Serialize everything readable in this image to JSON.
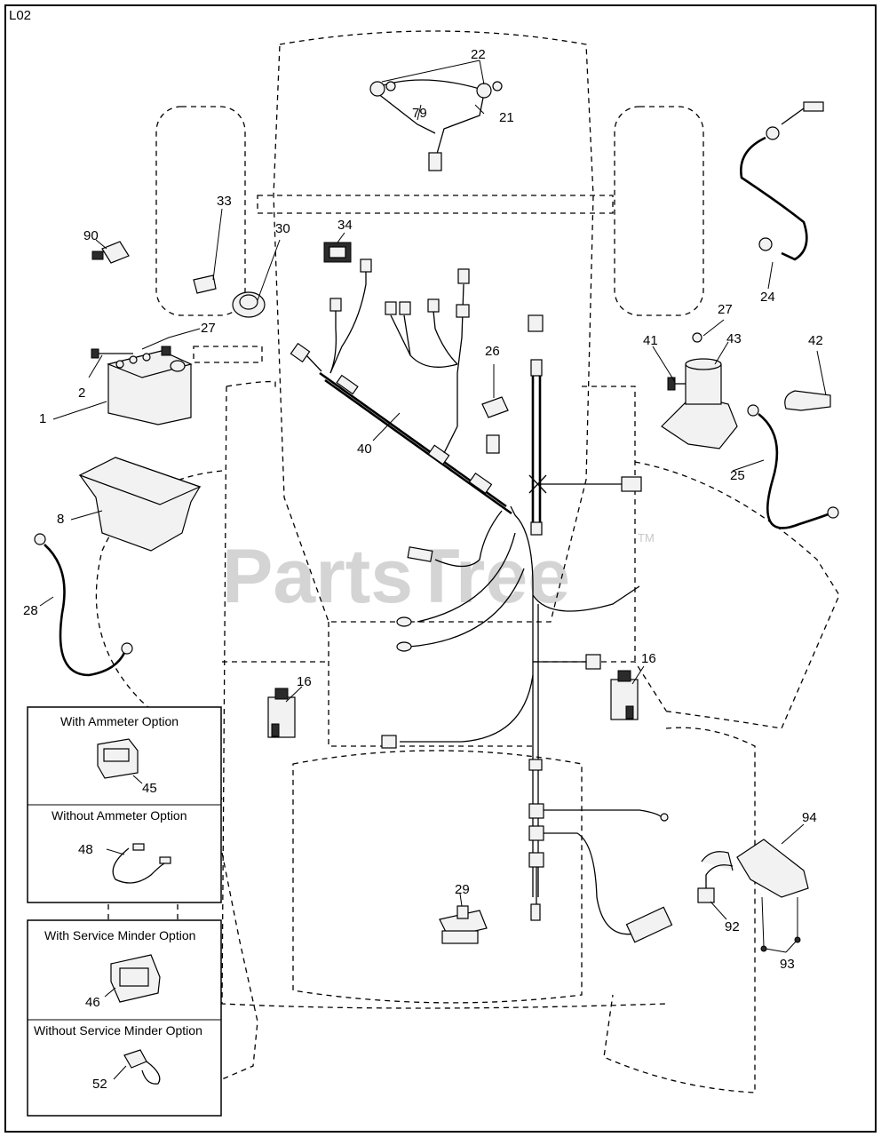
{
  "page_code": "L02",
  "watermark": {
    "text": "PartsTree",
    "tm": "TM"
  },
  "callouts": {
    "c1": "1",
    "c2": "2",
    "c8": "8",
    "c16a": "16",
    "c16b": "16",
    "c21": "21",
    "c22": "22",
    "c24": "24",
    "c25": "25",
    "c26": "26",
    "c27a": "27",
    "c27b": "27",
    "c28": "28",
    "c29": "29",
    "c30": "30",
    "c33": "33",
    "c34": "34",
    "c40": "40",
    "c41": "41",
    "c42": "42",
    "c43": "43",
    "c45": "45",
    "c46": "46",
    "c48": "48",
    "c52": "52",
    "c79": "79",
    "c90": "90",
    "c92": "92",
    "c93": "93",
    "c94": "94"
  },
  "option_boxes": {
    "ammeter": {
      "with": "With Ammeter Option",
      "without": "Without Ammeter Option"
    },
    "service_minder": {
      "with": "With Service Minder Option",
      "without": "Without Service Minder Option"
    }
  }
}
